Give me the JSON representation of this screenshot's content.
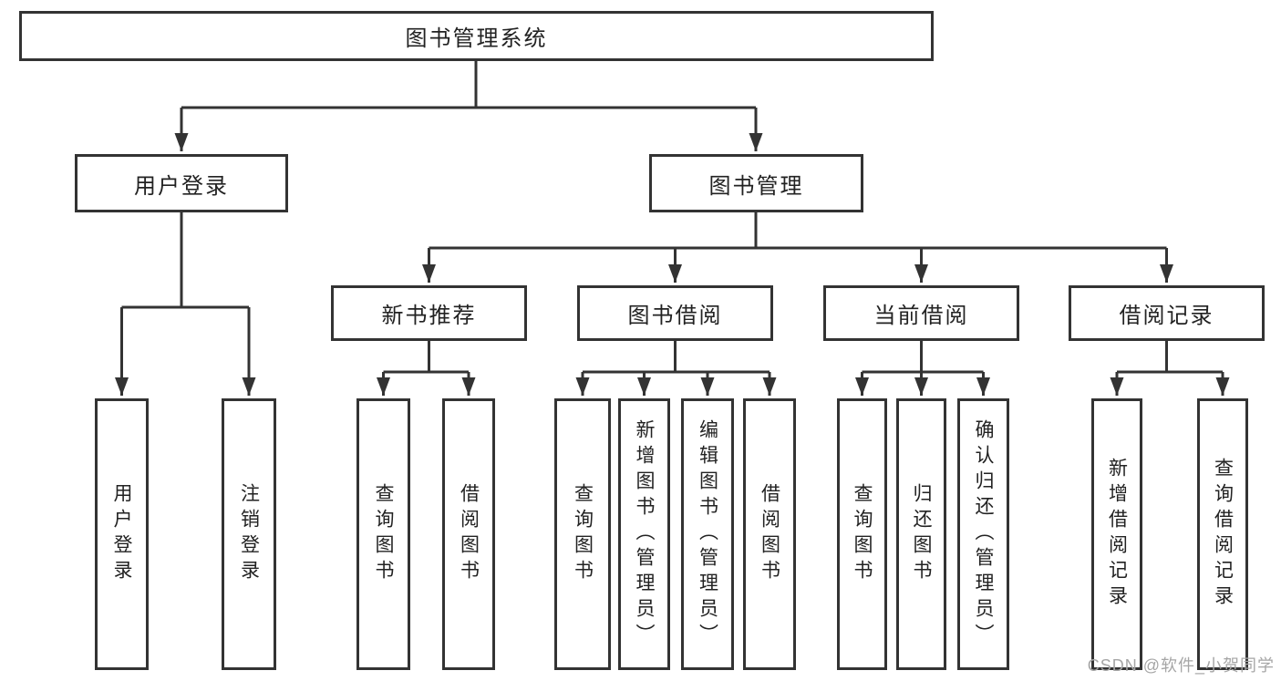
{
  "diagram": {
    "root": "图书管理系统",
    "level2": [
      "用户登录",
      "图书管理"
    ],
    "level3": [
      "新书推荐",
      "图书借阅",
      "当前借阅",
      "借阅记录"
    ],
    "leaves_user_login": [
      "用户登录",
      "注销登录"
    ],
    "leaves_new_books": [
      "查询图书",
      "借阅图书"
    ],
    "leaves_book_borrow": [
      "查询图书",
      "新增图书（管理员）",
      "编辑图书（管理员）",
      "借阅图书"
    ],
    "leaves_current_borrow": [
      "查询图书",
      "归还图书",
      "确认归还（管理员）"
    ],
    "leaves_borrow_records": [
      "新增借阅记录",
      "查询借阅记录"
    ]
  },
  "watermark": "CSDN @软件_小贺同学",
  "colors": {
    "line": "#333333",
    "box_border": "#333333",
    "text": "#222222",
    "watermark": "#a6a6a6",
    "background": "#ffffff"
  }
}
